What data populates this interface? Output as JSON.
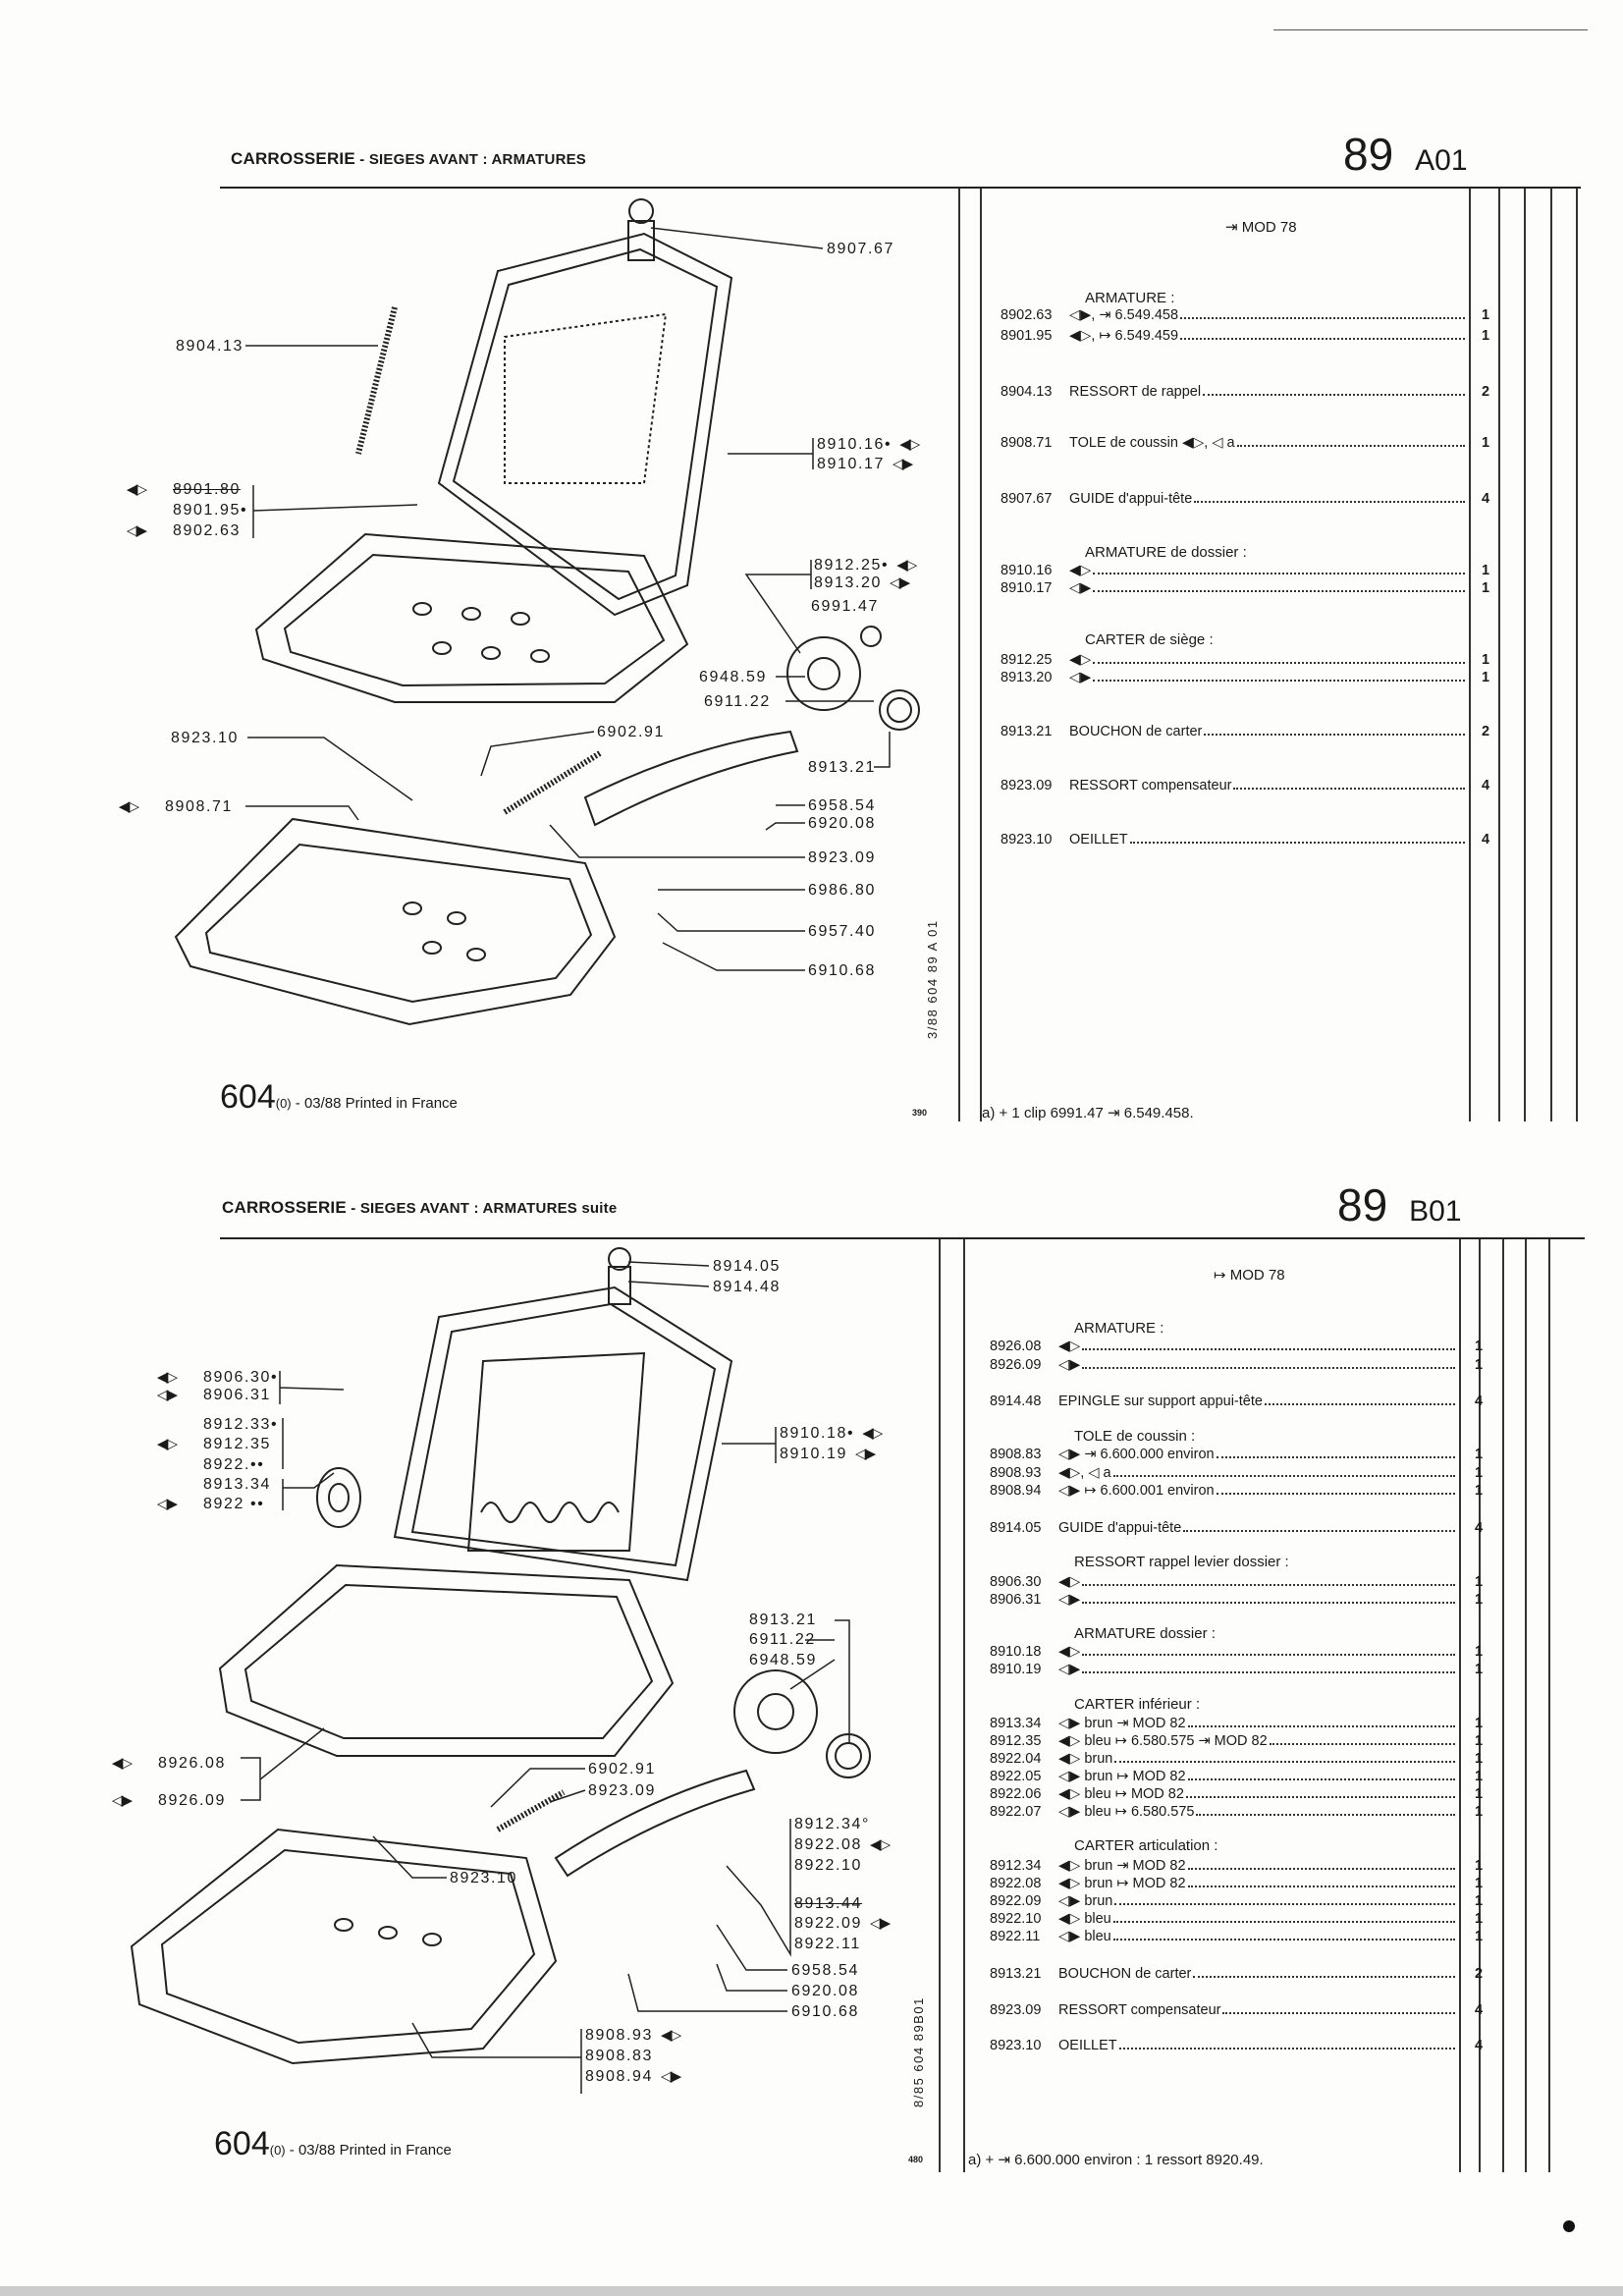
{
  "pages": [
    {
      "header": {
        "title": "CARROSSERIE",
        "subtitle": " - SIEGES AVANT : ARMATURES",
        "section": "89",
        "plate": "A01"
      },
      "model_note": "⇥ MOD 78",
      "parts": [
        {
          "heading": "ARMATURE :"
        },
        {
          "ref": "8902.63",
          "desc": "◁▶, ⇥ 6.549.458",
          "qty": "1"
        },
        {
          "ref": "8901.95",
          "desc": "◀▷, ↦ 6.549.459",
          "qty": "1"
        },
        {
          "ref": "8904.13",
          "desc": "RESSORT de rappel",
          "qty": "2"
        },
        {
          "ref": "8908.71",
          "desc": "TOLE de coussin ◀▷, ◁ a",
          "qty": "1"
        },
        {
          "ref": "8907.67",
          "desc": "GUIDE d'appui-tête",
          "qty": "4"
        },
        {
          "heading": "ARMATURE de dossier :"
        },
        {
          "ref": "8910.16",
          "desc": "◀▷",
          "qty": "1"
        },
        {
          "ref": "8910.17",
          "desc": "◁▶",
          "qty": "1"
        },
        {
          "heading": "CARTER de siège :"
        },
        {
          "ref": "8912.25",
          "desc": "◀▷",
          "qty": "1"
        },
        {
          "ref": "8913.20",
          "desc": "◁▶",
          "qty": "1"
        },
        {
          "ref": "8913.21",
          "desc": "BOUCHON de carter",
          "qty": "2"
        },
        {
          "ref": "8923.09",
          "desc": "RESSORT compensateur",
          "qty": "4"
        },
        {
          "ref": "8923.10",
          "desc": "OEILLET",
          "qty": "4"
        }
      ],
      "footnote": "a)  +  1 clip 6991.47 ⇥ 6.549.458.",
      "callouts": [
        {
          "text": "8907.67"
        },
        {
          "text": "8904.13"
        },
        {
          "text": "8901.80",
          "struck": true,
          "sym": "◀▷"
        },
        {
          "text": "8901.95•"
        },
        {
          "text": "8902.63",
          "sym": "◁▶"
        },
        {
          "text": "8910.16•",
          "sym": "◀▷"
        },
        {
          "text": "8910.17",
          "sym": "◁▶"
        },
        {
          "text": "8912.25•",
          "sym": "◀▷"
        },
        {
          "text": "8913.20",
          "sym": "◁▶"
        },
        {
          "text": "6991.47"
        },
        {
          "text": "6948.59"
        },
        {
          "text": "6911.22"
        },
        {
          "text": "8913.21"
        },
        {
          "text": "8923.10"
        },
        {
          "text": "6902.91"
        },
        {
          "text": "8908.71",
          "sym": "◀▷"
        },
        {
          "text": "6958.54"
        },
        {
          "text": "6920.08"
        },
        {
          "text": "8923.09"
        },
        {
          "text": "6986.80"
        },
        {
          "text": "6957.40"
        },
        {
          "text": "6910.68"
        }
      ],
      "side_ref": "3/88  604  89 A 01",
      "imprint": {
        "model": "604",
        "variant": "(0)",
        "text": " - 03/88 Printed in France"
      },
      "page_code": "390"
    },
    {
      "header": {
        "title": "CARROSSERIE",
        "subtitle": " - SIEGES AVANT : ARMATURES suite",
        "section": "89",
        "plate": "B01"
      },
      "model_note": "↦ MOD 78",
      "parts": [
        {
          "heading": "ARMATURE :"
        },
        {
          "ref": "8926.08",
          "desc": "◀▷",
          "qty": "1"
        },
        {
          "ref": "8926.09",
          "desc": "◁▶",
          "qty": "1"
        },
        {
          "ref": "8914.48",
          "desc": "EPINGLE sur support appui-tête",
          "qty": "4"
        },
        {
          "heading": "TOLE de coussin :"
        },
        {
          "ref": "8908.83",
          "desc": "◁▶ ⇥ 6.600.000 environ",
          "qty": "1"
        },
        {
          "ref": "8908.93",
          "desc": "◀▷, ◁ a",
          "qty": "1"
        },
        {
          "ref": "8908.94",
          "desc": "◁▶ ↦ 6.600.001 environ",
          "qty": "1"
        },
        {
          "ref": "8914.05",
          "desc": "GUIDE d'appui-tête",
          "qty": "4"
        },
        {
          "heading": "RESSORT rappel levier dossier :"
        },
        {
          "ref": "8906.30",
          "desc": "◀▷",
          "qty": "1"
        },
        {
          "ref": "8906.31",
          "desc": "◁▶",
          "qty": "1"
        },
        {
          "heading": "ARMATURE dossier :"
        },
        {
          "ref": "8910.18",
          "desc": "◀▷",
          "qty": "1"
        },
        {
          "ref": "8910.19",
          "desc": "◁▶",
          "qty": "1"
        },
        {
          "heading": "CARTER inférieur :"
        },
        {
          "ref": "8913.34",
          "desc": "◁▶ brun ⇥ MOD 82",
          "qty": "1"
        },
        {
          "ref": "8912.35",
          "desc": "◀▷ bleu ↦ 6.580.575 ⇥ MOD 82",
          "qty": "1"
        },
        {
          "ref": "8922.04",
          "desc": "◀▷ brun",
          "qty": "1"
        },
        {
          "ref": "8922.05",
          "desc": "◁▶ brun ↦ MOD 82",
          "qty": "1"
        },
        {
          "ref": "8922.06",
          "desc": "◀▷ bleu ↦ MOD 82",
          "qty": "1"
        },
        {
          "ref": "8922.07",
          "desc": "◁▶ bleu ↦ 6.580.575",
          "qty": "1"
        },
        {
          "heading": "CARTER articulation :"
        },
        {
          "ref": "8912.34",
          "desc": "◀▷ brun ⇥ MOD 82",
          "qty": "1"
        },
        {
          "ref": "8922.08",
          "desc": "◀▷ brun ↦ MOD 82",
          "qty": "1"
        },
        {
          "ref": "8922.09",
          "desc": "◁▶ brun",
          "qty": "1"
        },
        {
          "ref": "8922.10",
          "desc": "◀▷ bleu",
          "qty": "1"
        },
        {
          "ref": "8922.11",
          "desc": "◁▶ bleu",
          "qty": "1"
        },
        {
          "ref": "8913.21",
          "desc": "BOUCHON de carter",
          "qty": "2"
        },
        {
          "ref": "8923.09",
          "desc": "RESSORT compensateur",
          "qty": "4"
        },
        {
          "ref": "8923.10",
          "desc": "OEILLET",
          "qty": "4"
        }
      ],
      "footnote": "a)  +  ⇥ 6.600.000 environ : 1 ressort 8920.49.",
      "callouts": [
        {
          "text": "8914.05"
        },
        {
          "text": "8914.48"
        },
        {
          "text": "8906.30•",
          "sym": "◀▷"
        },
        {
          "text": "8906.31",
          "sym": "◁▶"
        },
        {
          "text": "8912.33•"
        },
        {
          "text": "8912.35",
          "sym": "◀▷"
        },
        {
          "text": "8922.••"
        },
        {
          "text": "8913.34"
        },
        {
          "text": "8922 ••",
          "sym": "◁▶"
        },
        {
          "text": "8910.18•",
          "sym": "◀▷"
        },
        {
          "text": "8910.19",
          "sym": "◁▶"
        },
        {
          "text": "8913.21"
        },
        {
          "text": "6911.22"
        },
        {
          "text": "6948.59"
        },
        {
          "text": "8926.08",
          "sym": "◀▷"
        },
        {
          "text": "8926.09",
          "sym": "◁▶"
        },
        {
          "text": "6902.91"
        },
        {
          "text": "8923.09"
        },
        {
          "text": "8923.10"
        },
        {
          "text": "8912.34°"
        },
        {
          "text": "8922.08",
          "sym": "◀▷"
        },
        {
          "text": "8922.10"
        },
        {
          "text": "8913.44",
          "struck": true
        },
        {
          "text": "8922.09",
          "sym": "◁▶"
        },
        {
          "text": "8922.11"
        },
        {
          "text": "6958.54"
        },
        {
          "text": "6920.08"
        },
        {
          "text": "6910.68"
        },
        {
          "text": "8908.93",
          "sym": "◀▷"
        },
        {
          "text": "8908.83"
        },
        {
          "text": "8908.94",
          "sym": "◁▶"
        }
      ],
      "side_ref": "8/85  604  89B01",
      "imprint": {
        "model": "604",
        "variant": "(0)",
        "text": " - 03/88 Printed in France"
      },
      "page_code": "480"
    }
  ]
}
